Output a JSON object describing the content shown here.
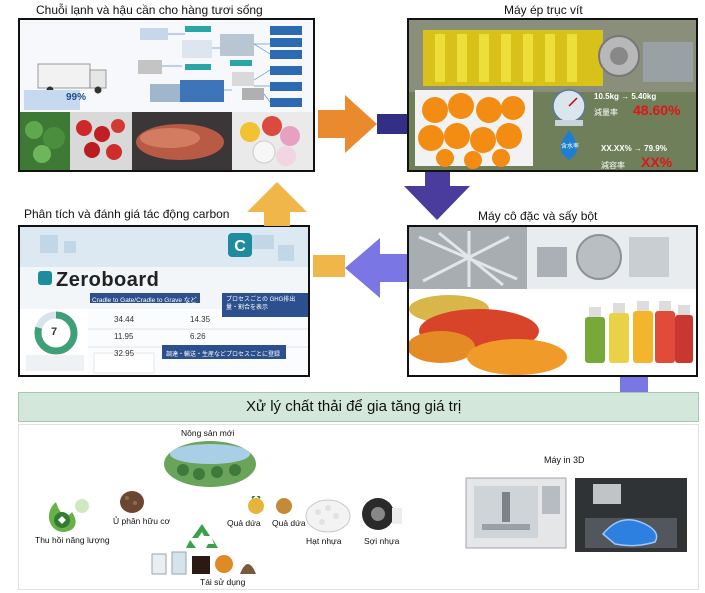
{
  "panels": {
    "cold_chain": {
      "title": "Chuỗi lạnh và hậu cần cho hàng tươi sống",
      "badge": "99%"
    },
    "juicer": {
      "title": "Máy ép trục vít",
      "weight": "10.5kg → 5.40kg",
      "reduction_label": "減量率",
      "reduction_value": "48.60%",
      "moisture_label": "含水率",
      "moisture_range": "XX.XX% → 79.9%",
      "moisture_sub_label": "減容率",
      "moisture_value": "XX%"
    },
    "carbon": {
      "title": "Phân tích và đánh giá tác động carbon",
      "brand": "Zeroboard",
      "tagline": "Cradle to Gate/Cradle to Grave など",
      "jp_box1": "プロセスごとの GHG排出量・割合を表示",
      "jp_box2": "調達・輸送・生産などプロセスごとに登録",
      "donut_value": "7",
      "values": [
        "34.44",
        "14.35",
        "11.95",
        "6.26",
        "32.95"
      ]
    },
    "dryer": {
      "title": "Máy cô đặc và sấy bột"
    },
    "waste": {
      "banner": "Xử lý chất thải để gia tăng giá trị",
      "fresh_produce": "Nông sản mới",
      "energy": "Thu hồi năng lượng",
      "compost": "Ủ phân hữu cơ",
      "fruit1": "Quả dứa",
      "fruit2": "Quả dứa",
      "pellets": "Hạt nhựa",
      "fiber": "Sợi nhựa",
      "reuse": "Tái sử dụng",
      "printer": "Máy in 3D"
    }
  },
  "colors": {
    "orange_arrow": "#e98a2f",
    "navy_arrow": "#332e86",
    "purple_arrow": "#4a3c9d",
    "lavender_arrow": "#7a76e3",
    "gold_arrow": "#f0b64a",
    "banner_bg": "#d3e8da",
    "cycle_blue": "#1b2d7a",
    "cycle_green": "#8dd36a"
  }
}
